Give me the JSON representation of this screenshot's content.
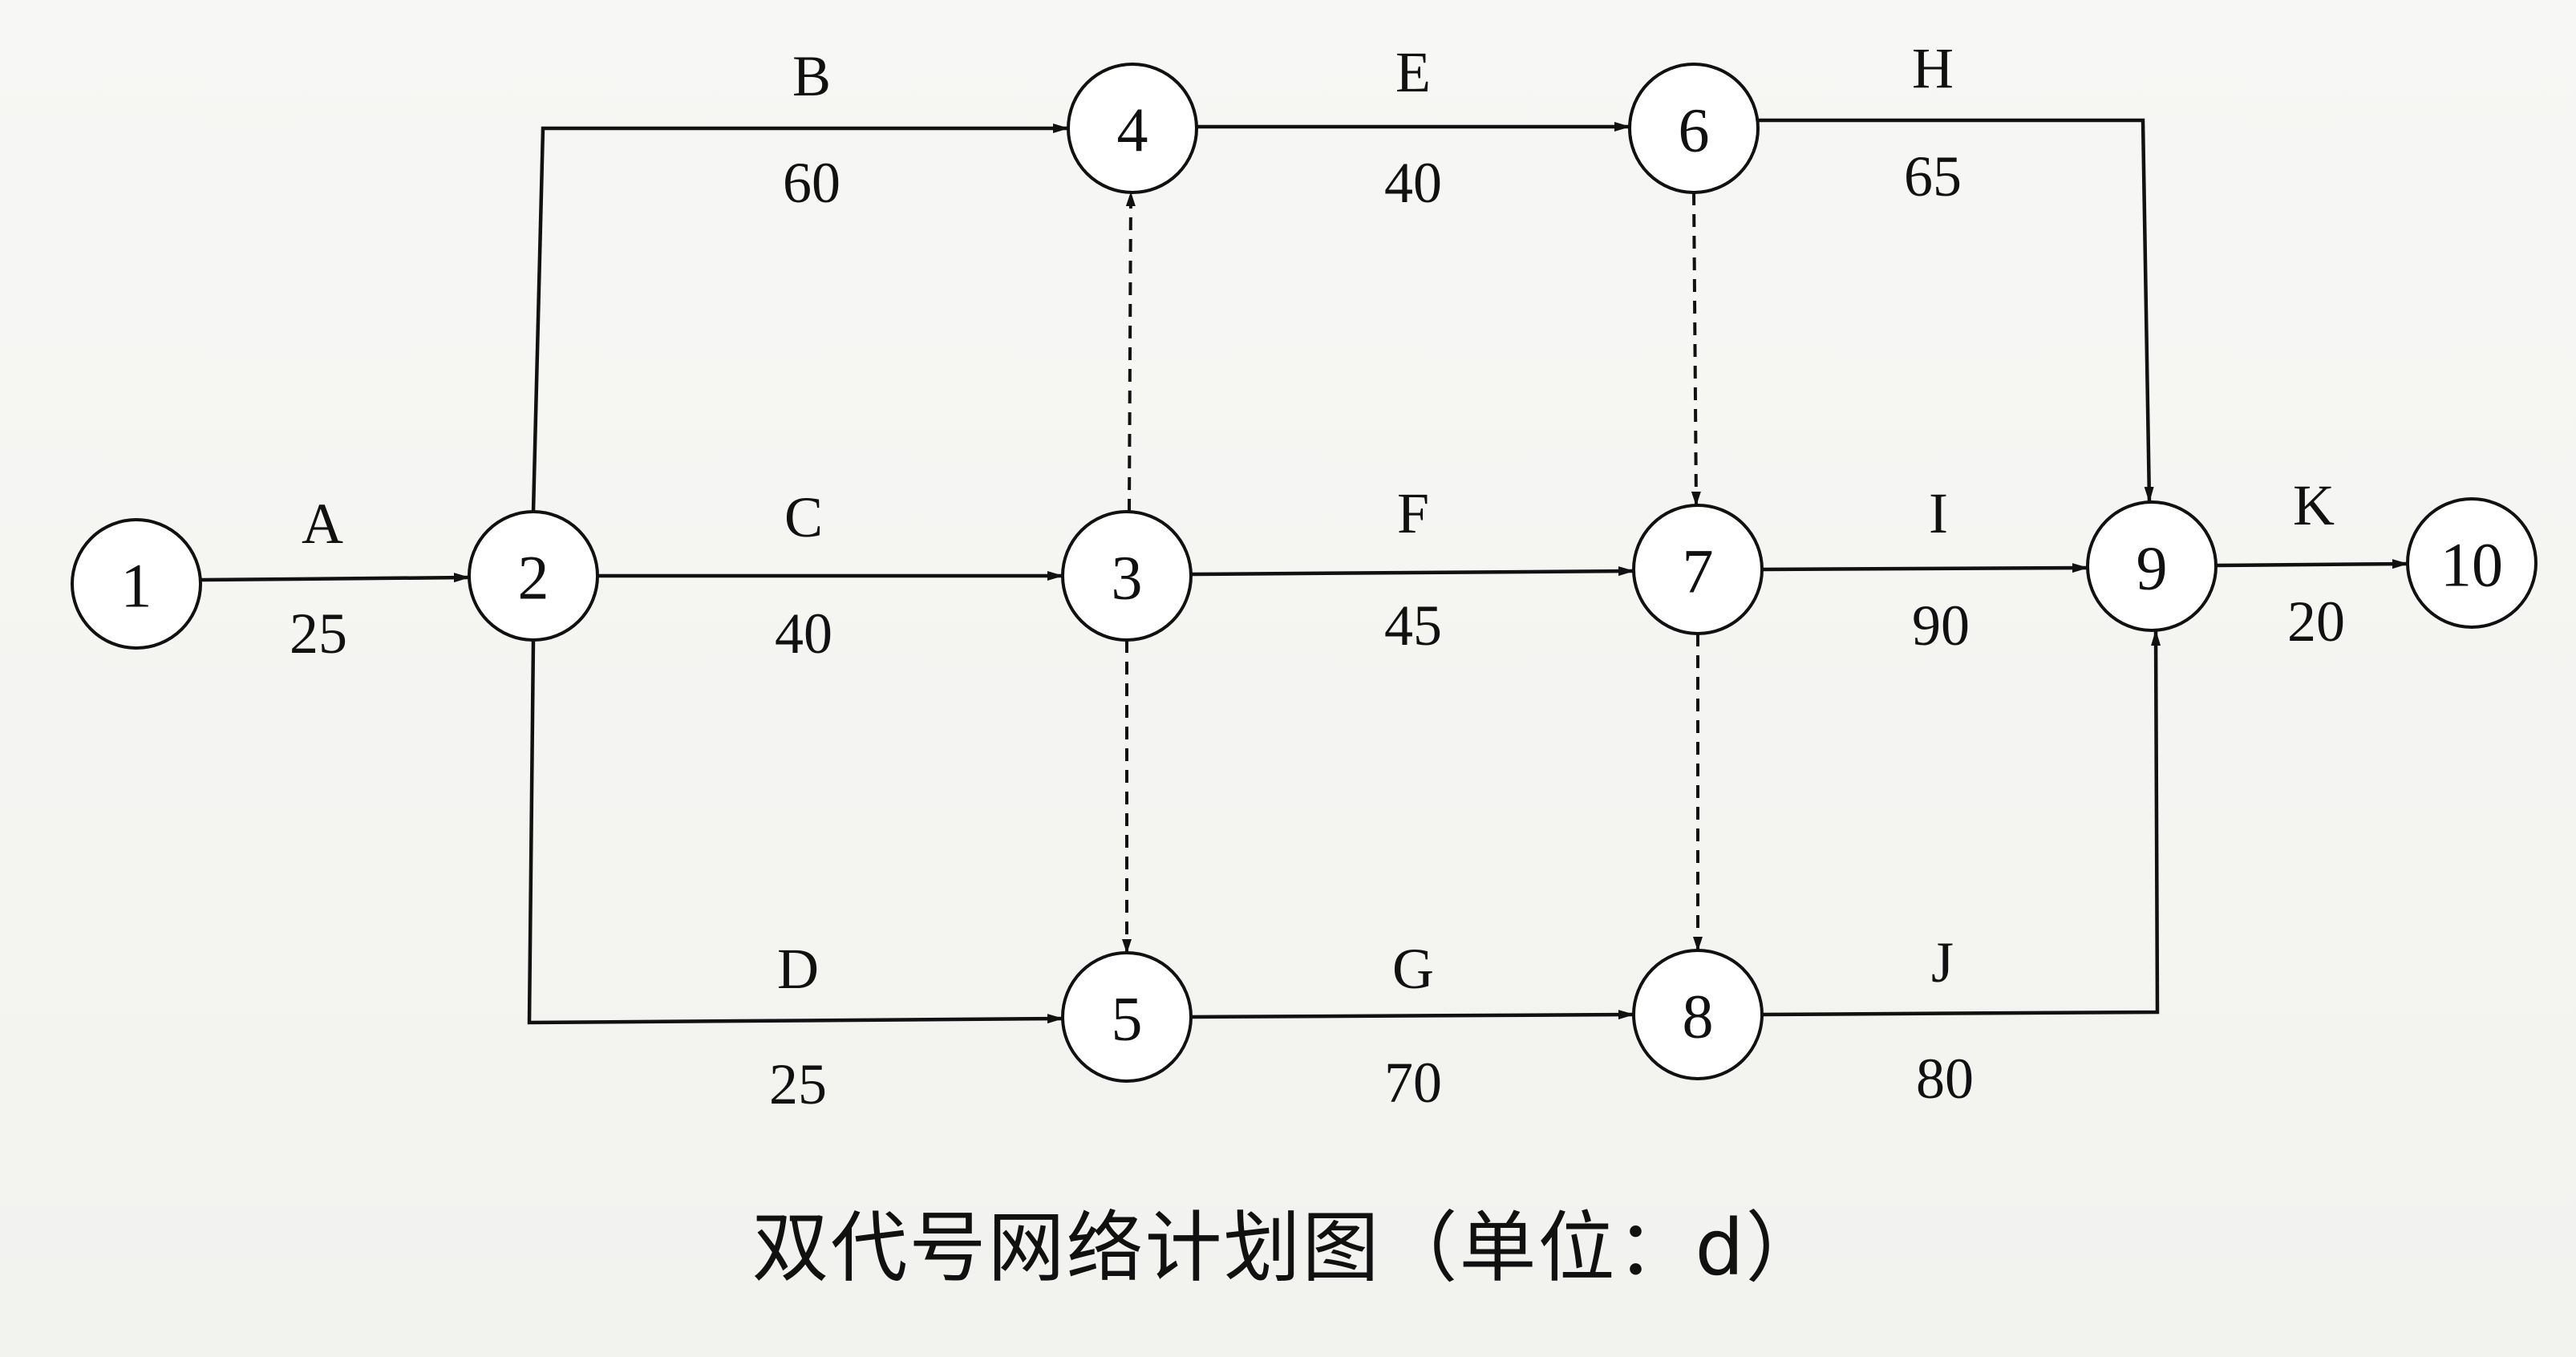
{
  "diagram": {
    "caption": "双代号网络计划图（单位：d）",
    "nodes": [
      {
        "id": "1",
        "label": "1"
      },
      {
        "id": "2",
        "label": "2"
      },
      {
        "id": "3",
        "label": "3"
      },
      {
        "id": "4",
        "label": "4"
      },
      {
        "id": "5",
        "label": "5"
      },
      {
        "id": "6",
        "label": "6"
      },
      {
        "id": "7",
        "label": "7"
      },
      {
        "id": "8",
        "label": "8"
      },
      {
        "id": "9",
        "label": "9"
      },
      {
        "id": "10",
        "label": "10"
      }
    ],
    "activities": [
      {
        "name": "A",
        "duration": "25",
        "from": "1",
        "to": "2"
      },
      {
        "name": "B",
        "duration": "60",
        "from": "2",
        "to": "4"
      },
      {
        "name": "C",
        "duration": "40",
        "from": "2",
        "to": "3"
      },
      {
        "name": "D",
        "duration": "25",
        "from": "2",
        "to": "5"
      },
      {
        "name": "E",
        "duration": "40",
        "from": "4",
        "to": "6"
      },
      {
        "name": "F",
        "duration": "45",
        "from": "3",
        "to": "7"
      },
      {
        "name": "G",
        "duration": "70",
        "from": "5",
        "to": "8"
      },
      {
        "name": "H",
        "duration": "65",
        "from": "6",
        "to": "9"
      },
      {
        "name": "I",
        "duration": "90",
        "from": "7",
        "to": "9"
      },
      {
        "name": "J",
        "duration": "80",
        "from": "8",
        "to": "9"
      },
      {
        "name": "K",
        "duration": "20",
        "from": "9",
        "to": "10"
      }
    ],
    "dummy_activities": [
      {
        "from": "3",
        "to": "4"
      },
      {
        "from": "3",
        "to": "5"
      },
      {
        "from": "6",
        "to": "7"
      },
      {
        "from": "7",
        "to": "8"
      }
    ]
  }
}
